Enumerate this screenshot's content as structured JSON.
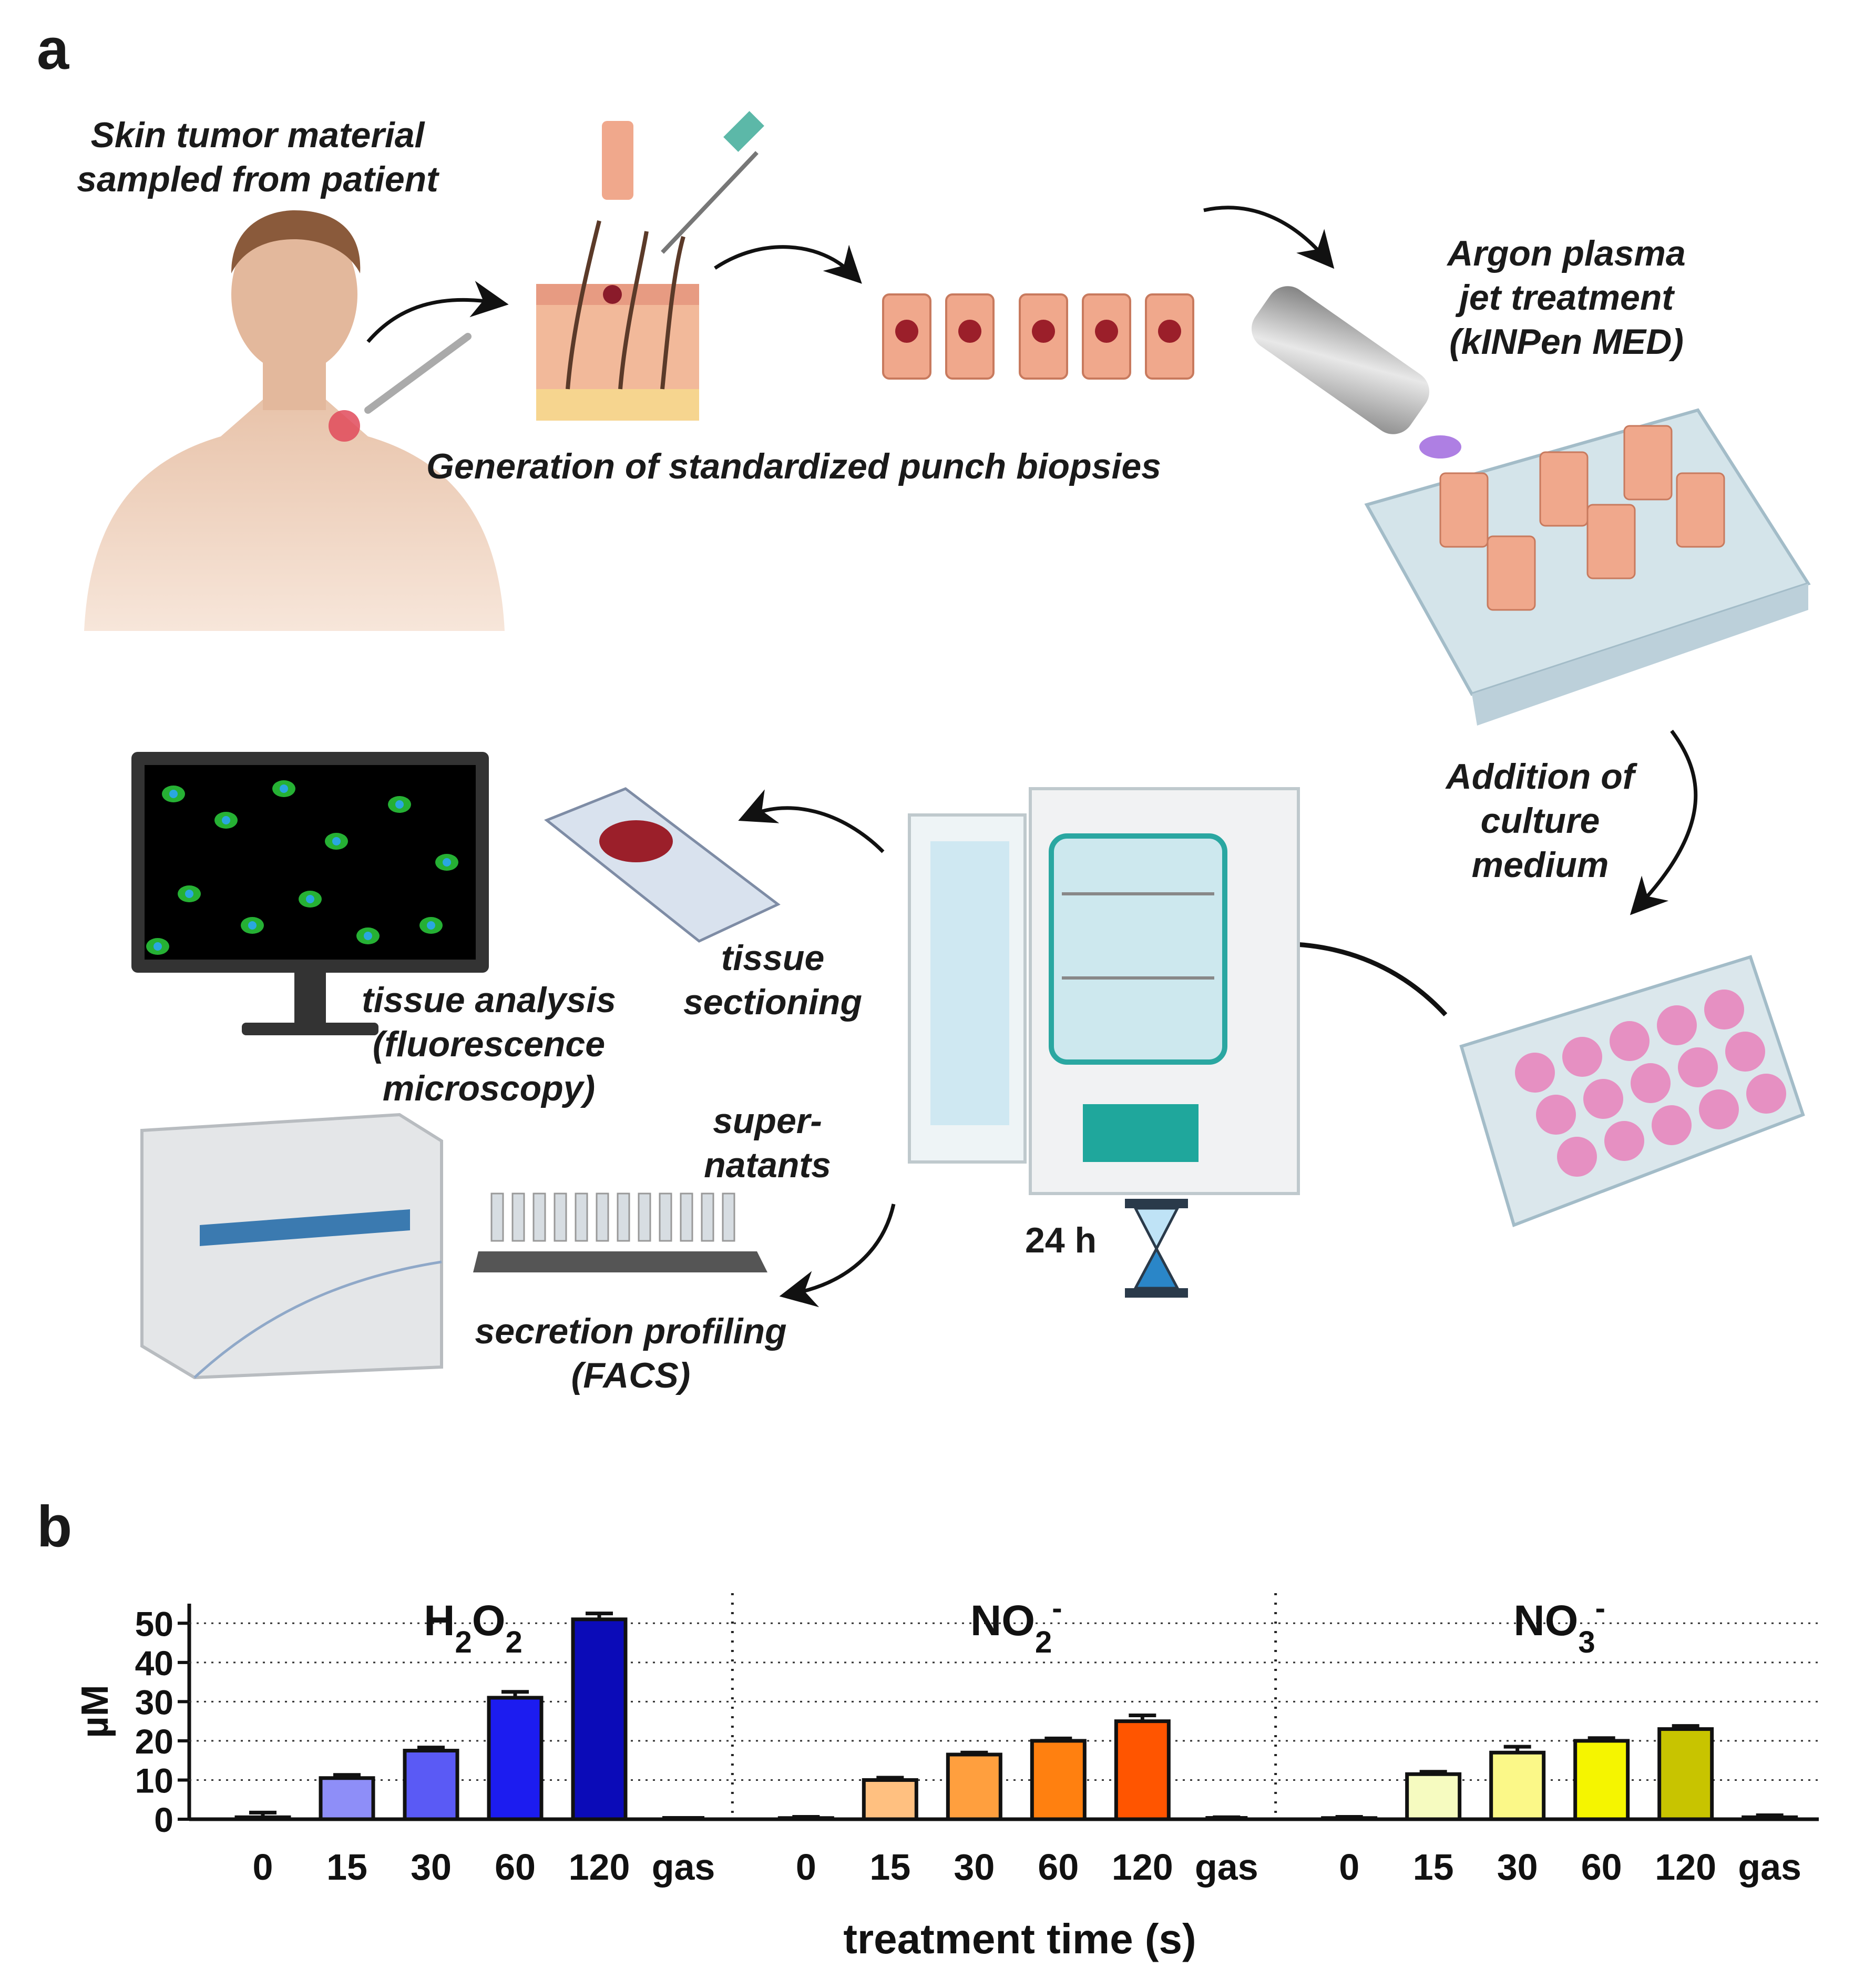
{
  "panel_a": {
    "letter": "a",
    "captions": {
      "patient": [
        "Skin tumor material",
        "sampled from patient"
      ],
      "biopsies": "Generation of standardized punch biopsies",
      "plasma": [
        "Argon plasma",
        "jet treatment",
        "(kINPen MED)"
      ],
      "medium": [
        "Addition of",
        "culture",
        "medium"
      ],
      "sectioning": [
        "tissue",
        "sectioning"
      ],
      "analysis": [
        "tissue analysis",
        "(fluorescence",
        "microscopy)"
      ],
      "supernatants": [
        "super-",
        "natants"
      ],
      "profiling": [
        "secretion profiling",
        "(FACS)"
      ],
      "incubation_time": "24 h"
    }
  },
  "panel_b": {
    "letter": "b"
  },
  "chart_data": {
    "type": "bar",
    "ylabel": "µM",
    "xlabel": "treatment time (s)",
    "ylim": [
      0,
      55
    ],
    "yticks": [
      0,
      10,
      20,
      30,
      40,
      50
    ],
    "grid": "horizontal dotted",
    "categories": [
      "0",
      "15",
      "30",
      "60",
      "120",
      "gas"
    ],
    "groups": [
      {
        "label_main": "H",
        "label_sub1": "2",
        "label_mid": "O",
        "label_sub2": "2",
        "label_sup": "",
        "values": [
          0.5,
          10.5,
          17.5,
          31,
          51,
          0
        ],
        "errors": [
          1.2,
          0.8,
          0.8,
          1.5,
          1.5,
          0
        ],
        "colors": [
          "#f0f0ff",
          "#8e8ef8",
          "#5a5af5",
          "#1c1cf0",
          "#0b0bb8",
          "#ffffff"
        ]
      },
      {
        "label_main": "NO",
        "label_sub1": "2",
        "label_mid": "",
        "label_sub2": "",
        "label_sup": "-",
        "values": [
          0.3,
          10,
          16.5,
          20,
          25,
          0.2
        ],
        "errors": [
          0.3,
          0.6,
          0.5,
          0.6,
          1.5,
          0.3
        ],
        "colors": [
          "#fff4e8",
          "#ffc080",
          "#ff9f3e",
          "#ff8010",
          "#ff5500",
          "#ffffff"
        ]
      },
      {
        "label_main": "NO",
        "label_sub1": "3",
        "label_mid": "",
        "label_sub2": "",
        "label_sup": "-",
        "values": [
          0.3,
          11.5,
          17,
          20,
          23,
          0.5
        ],
        "errors": [
          0.3,
          0.6,
          1.5,
          0.7,
          0.8,
          0.5
        ],
        "colors": [
          "#ffffee",
          "#f6fbc0",
          "#fbf888",
          "#f5f500",
          "#c8c400",
          "#ffffff"
        ]
      }
    ]
  }
}
